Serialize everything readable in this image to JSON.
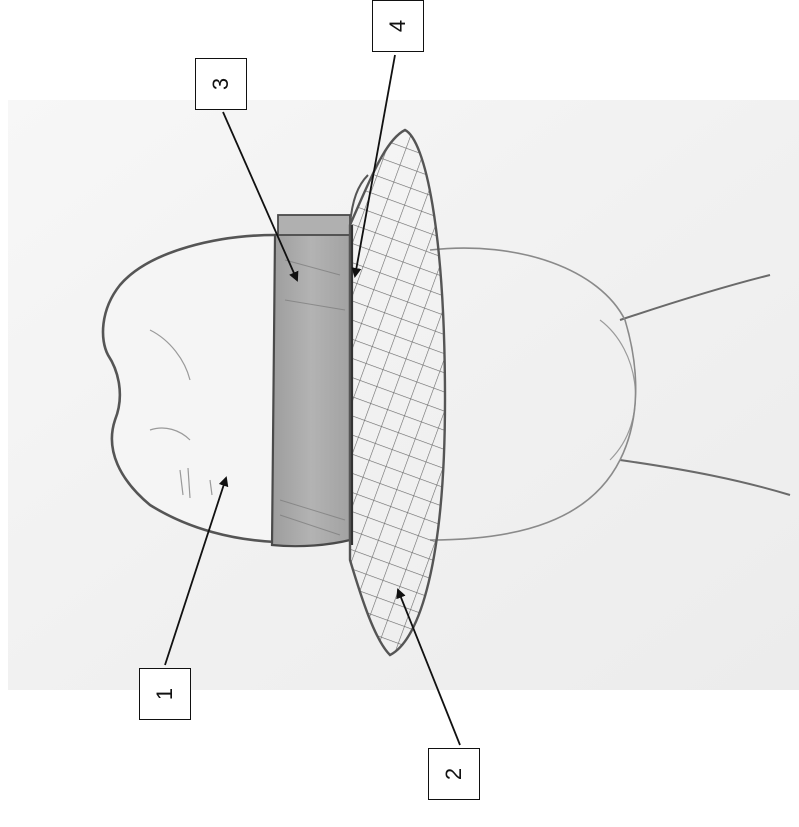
{
  "callouts": [
    {
      "id": "1",
      "text": "1"
    },
    {
      "id": "2",
      "text": "2"
    },
    {
      "id": "3",
      "text": "3"
    },
    {
      "id": "4",
      "text": "4"
    }
  ],
  "colors": {
    "paper": "#f4f4f4",
    "pencil": "#555555",
    "band_fill": "#a9a9a9",
    "ink": "#111111"
  }
}
